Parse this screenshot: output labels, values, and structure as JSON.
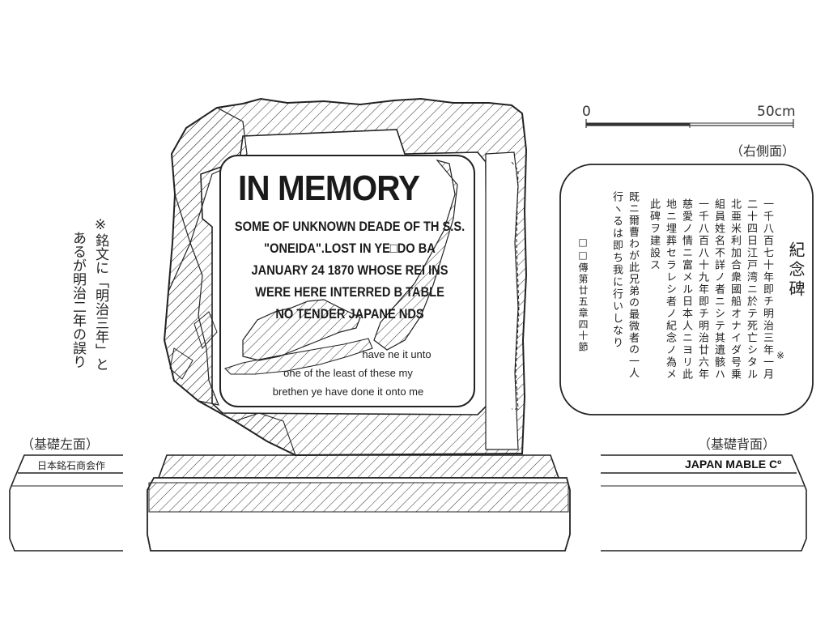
{
  "scale": {
    "start_label": "0",
    "end_label": "50cm"
  },
  "right_face": {
    "heading": "（右側面）",
    "title": "紀念碑",
    "note_mark": "※",
    "columns": [
      "一千八百七十年即チ明治三年一月",
      "二十四日江戸湾ニ於テ死亡シタル",
      "北亜米利加合衆國船オナイダ号乗",
      "組員姓名不詳ノ者ニシテ其遺骸ハ",
      "一千八百八十九年即チ明治廿六年",
      "慈愛ノ情ニ富メル日本人ニヨリ此",
      "地ニ埋葬セラレシ者ノ紀念ノ為メ",
      "此碑ヲ建設ス",
      "既ニ爾曹わが此兄弟の最微者の一人",
      "行ヽるは即ち我に行いしなり",
      "□□傳第廿五章四十節"
    ]
  },
  "side_note": {
    "line1": "※銘文に「明治三年」と",
    "line2": "あるが明治二年の誤り"
  },
  "plaque": {
    "title": "IN MEMORY",
    "lines": [
      "SOME OF UNKNOWN DEADE OF TH     S.S.",
      "\"ONEIDA\".LOST IN YE□DO BA",
      "JANUARY 24 1870 WHOSE REI       INS",
      "WERE HERE INTERRED B              TABLE",
      "NO TENDER JAPANE              NDS"
    ],
    "verse": [
      "have   ne it unto",
      "one of the least of these my",
      "brethen ye have done it  onto me"
    ]
  },
  "base_left": {
    "heading": "（基礎左面）",
    "inscription": "日本銘石商会作"
  },
  "base_back": {
    "heading": "（基礎背面）",
    "inscription": "JAPAN MABLE Cº"
  }
}
